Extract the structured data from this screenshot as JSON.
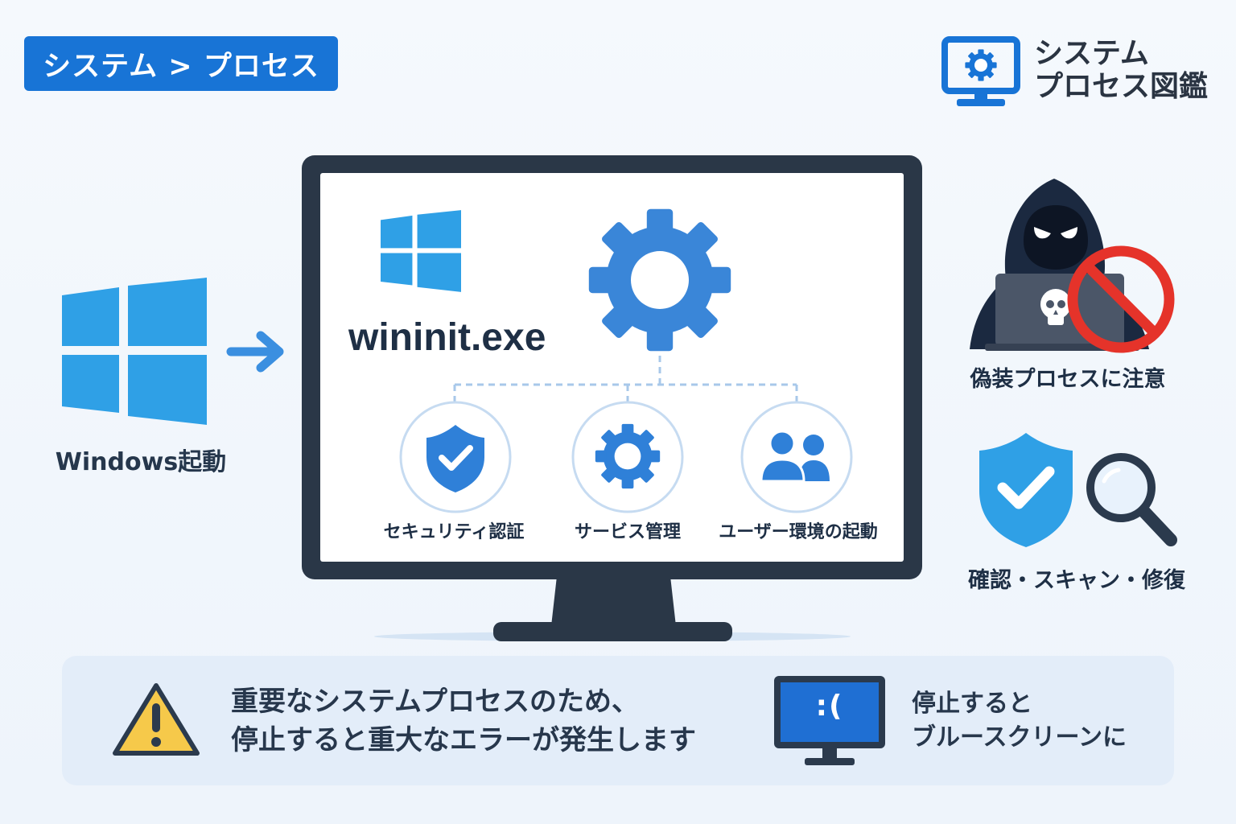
{
  "breadcrumb": {
    "label": "システム > プロセス"
  },
  "brand": {
    "title_line1": "システム",
    "title_line2": "プロセス図鑑",
    "icon": "monitor-gear-icon"
  },
  "startup": {
    "label": "Windows起動",
    "logo_icon": "windows-logo-icon",
    "arrow_icon": "arrow-right-icon"
  },
  "process": {
    "name": "wininit.exe",
    "logo_icon": "windows-logo-icon",
    "main_icon": "gear-icon",
    "roles": [
      {
        "label": "セキュリティ認証",
        "icon": "shield-check-icon"
      },
      {
        "label": "サービス管理",
        "icon": "gear-icon"
      },
      {
        "label": "ユーザー環境の起動",
        "icon": "users-icon"
      }
    ]
  },
  "side_panels": [
    {
      "label": "偽装プロセスに注意",
      "icon": "hacker-prohibited-icon"
    },
    {
      "label": "確認・スキャン・修復",
      "icon": "shield-check-magnifier-icon"
    }
  ],
  "notice": {
    "icon": "warning-triangle-icon",
    "line1": "重要なシステムプロセスのため、",
    "line2": "停止すると重大なエラーが発生します",
    "bsod_icon": "bsod-monitor-icon",
    "bsod_face": ":(",
    "bsod_line1": "停止すると",
    "bsod_line2": "ブルースクリーンに"
  },
  "colors": {
    "accent_blue": "#1874d6",
    "windows_blue": "#2fa0e6",
    "gear_blue": "#3a86d8",
    "monitor_frame": "#2a3747",
    "prohibit_red": "#e5332a",
    "warning_yellow": "#f6c94a",
    "bsod_blue": "#1f6fd3",
    "panel_bg": "#e3edf9"
  }
}
